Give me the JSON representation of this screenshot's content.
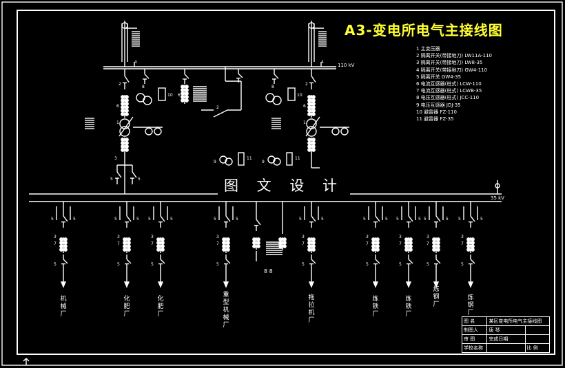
{
  "title": "A3-变电所电气主接线图",
  "banner": "图 文 设 计",
  "bus_110_label": "110 kV",
  "bus_35_label": "35 kV",
  "mid_label": "8 8",
  "legend": [
    "1  主变压器",
    "2  隔离开关(带接地刀) LW11A-110",
    "3  隔离开关(带接地刀) LW8-35",
    "4  隔离开关(带接地刀) GW4-110",
    "5  隔离开关 GW4-35",
    "6  电流互感器(柱式) LCW-110",
    "7  电流互感器(柱式) LCWB-35",
    "8  电压互感器(柱式) JCC-110",
    "9  电压互感器 JDJ-35",
    "10  避雷器 FZ-110",
    "11  避雷器 FZ-35"
  ],
  "feeders": [
    "机械厂",
    "化肥厂",
    "化肥厂",
    "重型机械厂",
    "拖拉机厂",
    "炼铁厂",
    "炼铁厂",
    "炼钢厂",
    "炼钢厂"
  ],
  "title_block": {
    "r1": [
      "图 名",
      "某区变电所电气主接线图"
    ],
    "r2": [
      "制图人",
      "唐 琴"
    ],
    "r3": [
      "审 图",
      "完成日期"
    ],
    "r4": [
      "学校名称",
      "比 例"
    ]
  },
  "colors": {
    "background": "#000000",
    "lines": "#ffffff",
    "title": "#ffff33"
  }
}
